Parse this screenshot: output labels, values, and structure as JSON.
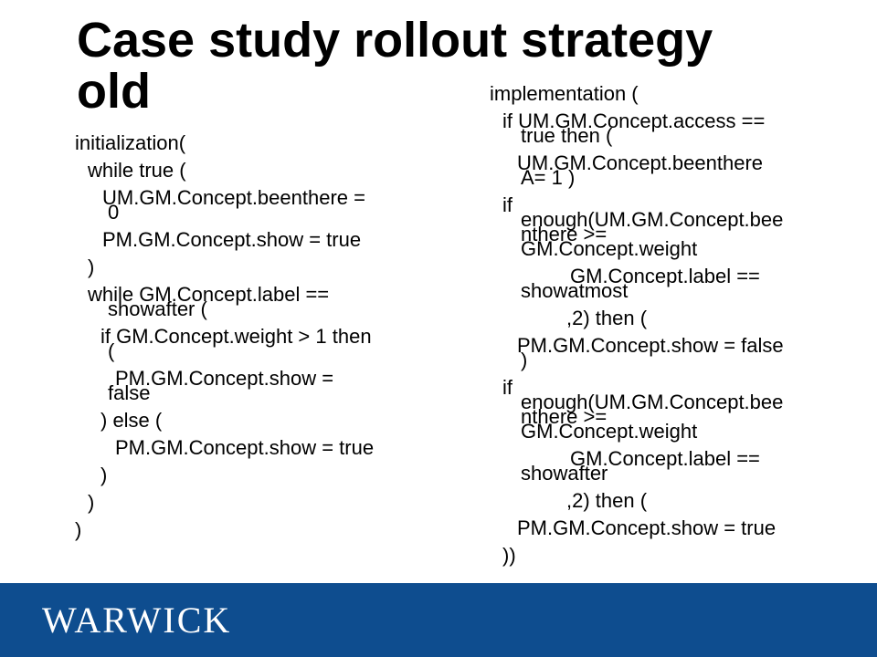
{
  "slide": {
    "title_line1": "Case study rollout strategy",
    "title_line2": "old",
    "logo_text": "WARWICK",
    "colors": {
      "footer_bar": "#0e4d8f",
      "logo_text": "#ffffff"
    },
    "left_code": [
      "initialization(",
      "while true (",
      "UM.GM.Concept.beenthere =",
      "0",
      "PM.GM.Concept.show = true",
      ")",
      "while GM.Concept.label ==",
      "showafter (",
      "if GM.Concept.weight > 1 then",
      "(",
      "PM.GM.Concept.show =",
      "false",
      ") else (",
      "PM.GM.Concept.show = true",
      ")",
      ")",
      ")"
    ],
    "right_code": [
      "implementation (",
      "if UM.GM.Concept.access ==",
      "true then (",
      "UM.GM.Concept.beenthere",
      "A= 1 )",
      "if",
      "enough(UM.GM.Concept.bee",
      "nthere >=",
      "GM.Concept.weight",
      "GM.Concept.label ==",
      "showatmost",
      ",2) then (",
      "PM.GM.Concept.show = false",
      ")",
      "if",
      "enough(UM.GM.Concept.bee",
      "nthere >=",
      "GM.Concept.weight",
      "GM.Concept.label ==",
      "showafter",
      ",2) then (",
      "PM.GM.Concept.show = true",
      "))"
    ]
  }
}
